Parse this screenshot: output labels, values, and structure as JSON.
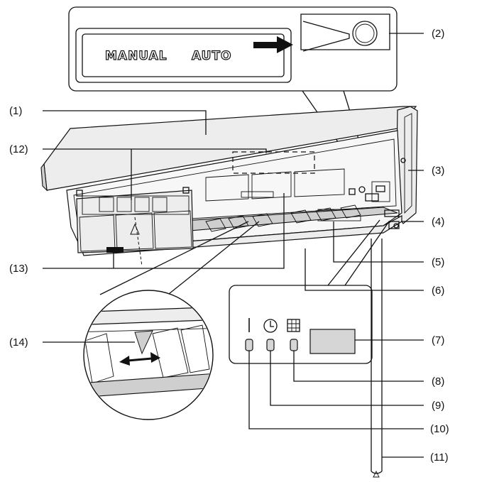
{
  "manual_switch": {
    "label_manual": "MANUAL",
    "label_auto": "AUTO"
  },
  "callouts": [
    {
      "id": "1",
      "text": "(1)"
    },
    {
      "id": "2",
      "text": "(2)"
    },
    {
      "id": "3",
      "text": "(3)"
    },
    {
      "id": "4",
      "text": "(4)"
    },
    {
      "id": "5",
      "text": "(5)"
    },
    {
      "id": "6",
      "text": "(6)"
    },
    {
      "id": "7",
      "text": "(7)"
    },
    {
      "id": "8",
      "text": "(8)"
    },
    {
      "id": "9",
      "text": "(9)"
    },
    {
      "id": "10",
      "text": "(10)"
    },
    {
      "id": "11",
      "text": "(11)"
    },
    {
      "id": "12",
      "text": "(12)"
    },
    {
      "id": "13",
      "text": "(13)"
    },
    {
      "id": "14",
      "text": "(14)"
    }
  ],
  "indicator_icons": [
    "power-indicator-icon",
    "timer-clock-icon",
    "filter-grid-icon"
  ],
  "colors": {
    "line": "#111111",
    "panel_fill": "#ededed",
    "display_fill": "#d6d6d6",
    "arrow": "#111111"
  }
}
